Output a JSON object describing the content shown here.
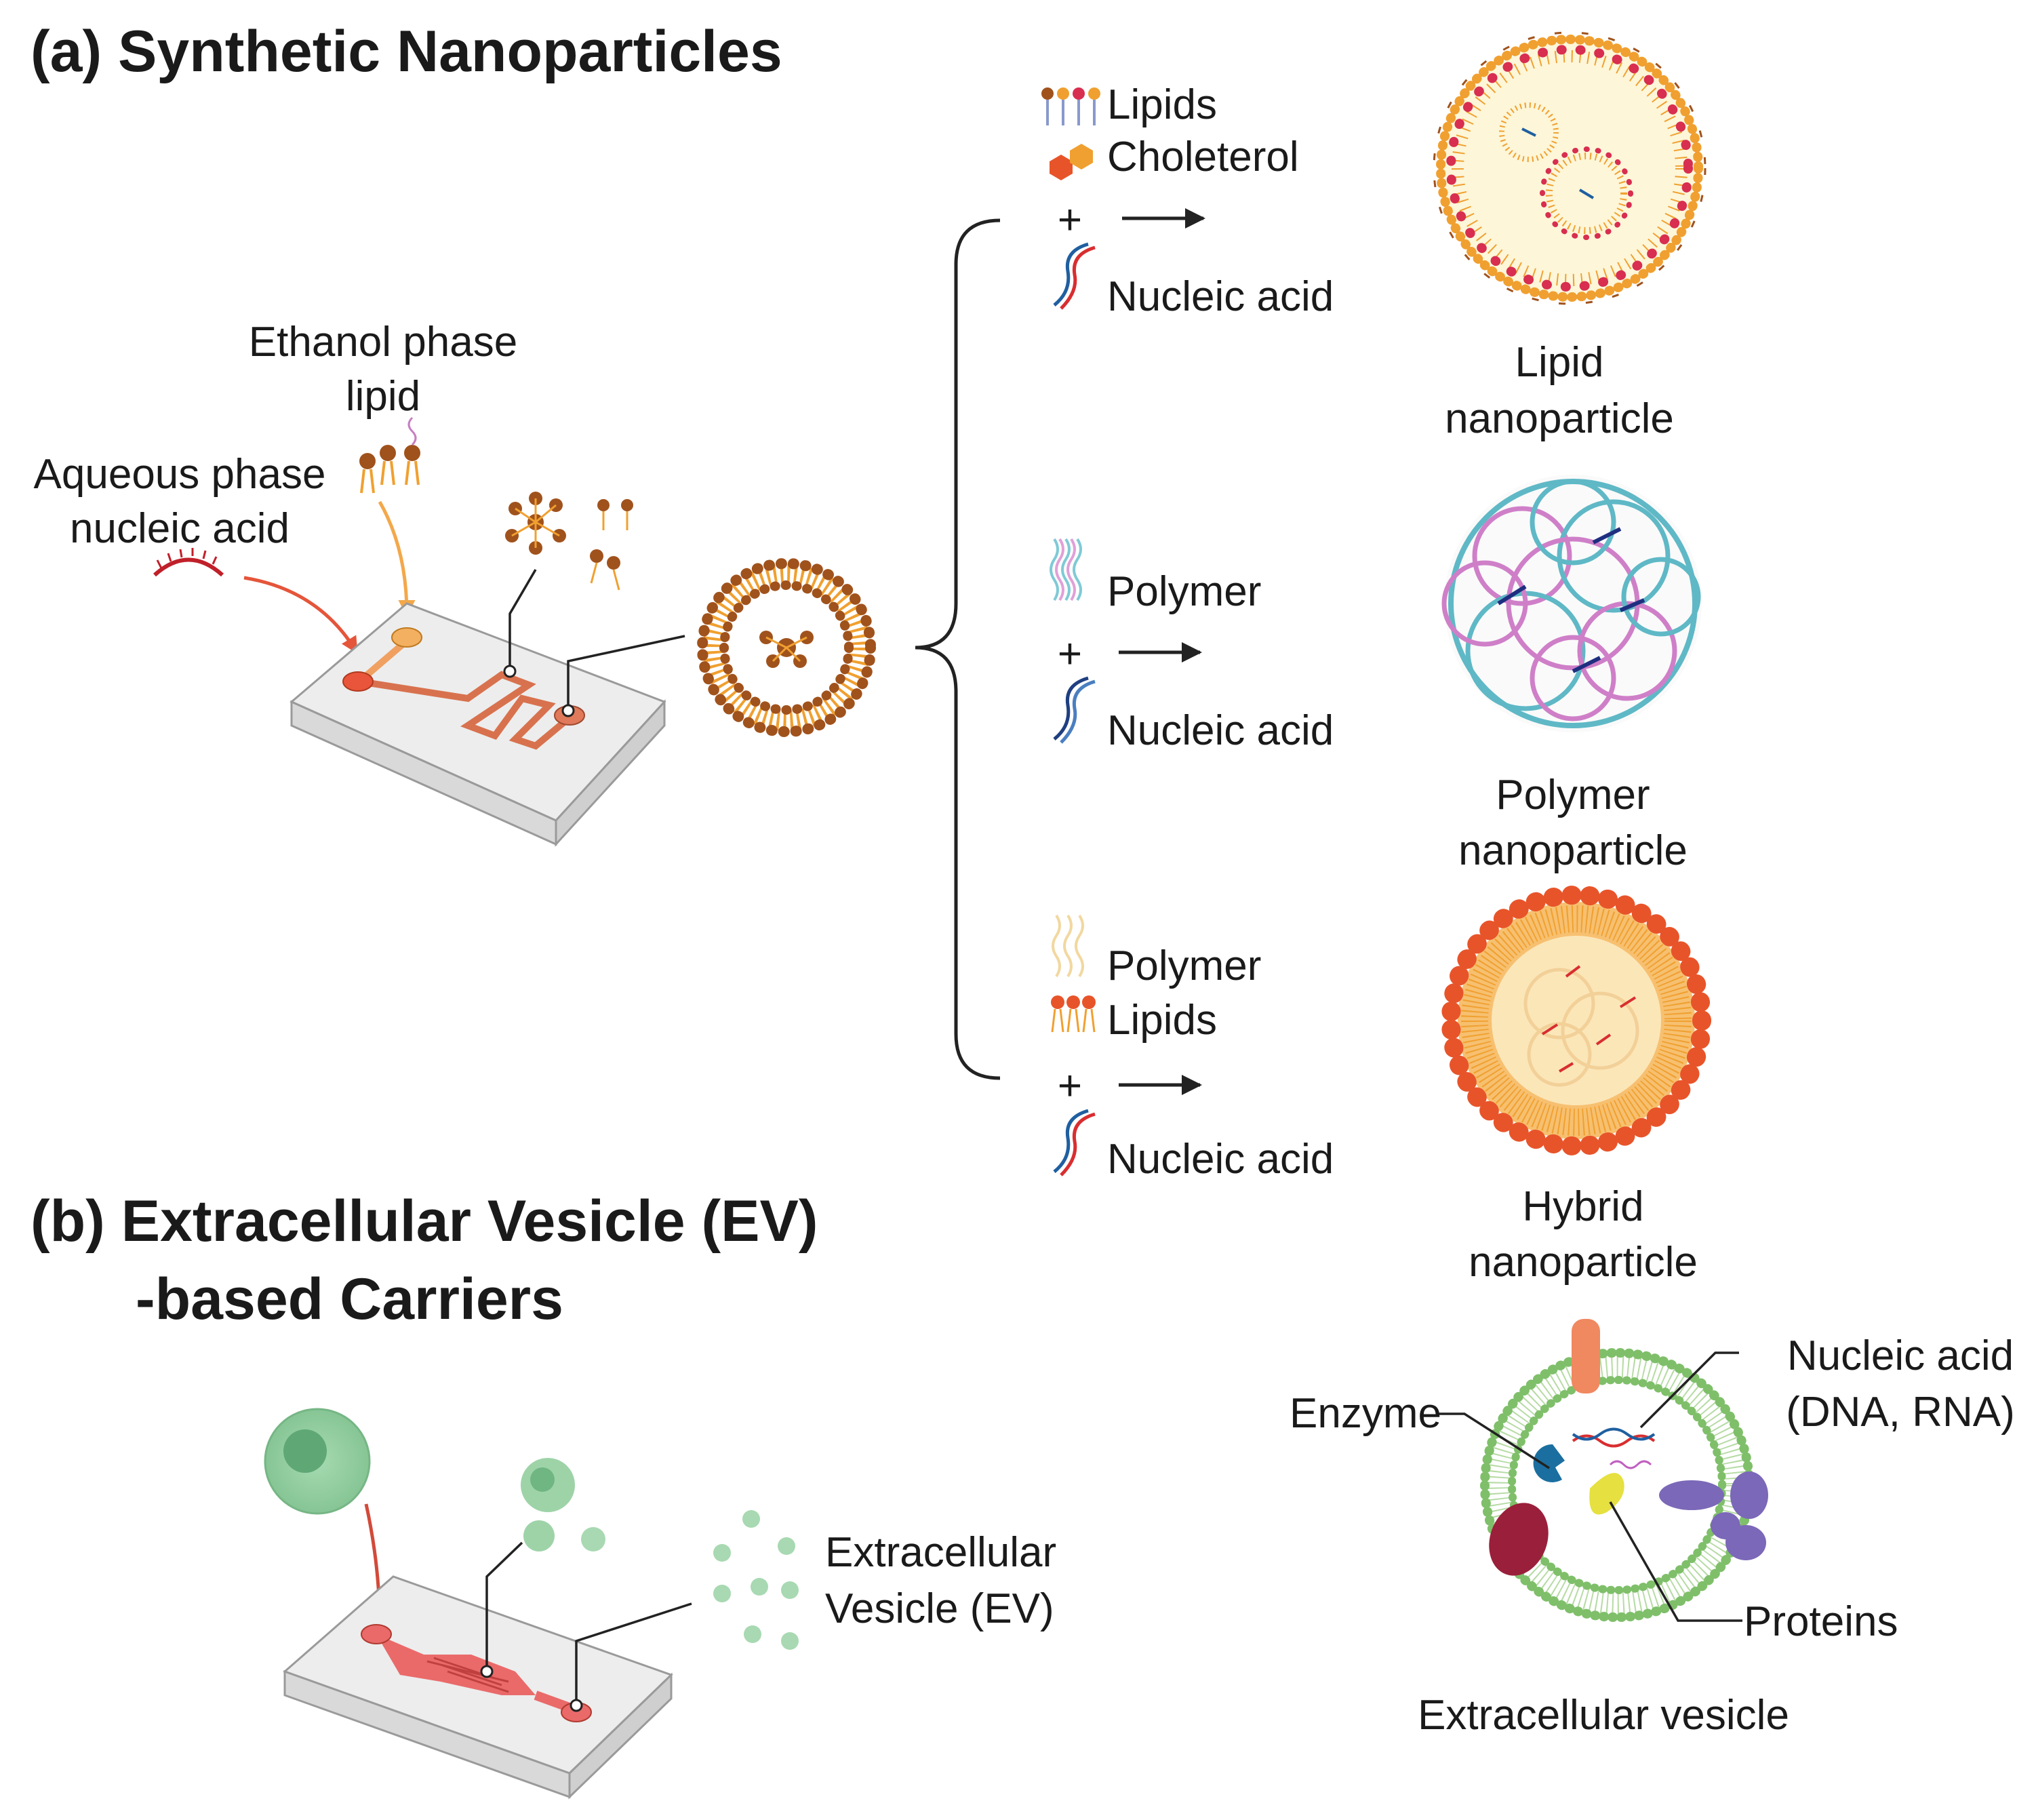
{
  "panel_a": {
    "title": "(a) Synthetic Nanoparticles",
    "ethanol_line1": "Ethanol phase",
    "ethanol_line2": "lipid",
    "aqueous_line1": "Aqueous phase",
    "aqueous_line2": "nucleic acid",
    "rows": [
      {
        "ingredients": [
          "Lipids",
          "Choleterol"
        ],
        "plus": "+",
        "nucleic": "Nucleic acid",
        "result_line1": "Lipid",
        "result_line2": "nanoparticle"
      },
      {
        "ingredients": [
          "Polymer"
        ],
        "plus": "+",
        "nucleic": "Nucleic acid",
        "result_line1": "Polymer",
        "result_line2": "nanoparticle"
      },
      {
        "ingredients": [
          "Polymer",
          "Lipids"
        ],
        "plus": "+",
        "nucleic": "Nucleic acid",
        "result_line1": "Hybrid",
        "result_line2": "nanoparticle"
      }
    ]
  },
  "panel_b": {
    "title_line1": "(b) Extracellular Vesicle (EV)",
    "title_line2": "-based Carriers",
    "ev_line1": "Extracellular",
    "ev_line2": "Vesicle (EV)",
    "enzyme": "Enzyme",
    "nucleic_line1": "Nucleic acid",
    "nucleic_line2": "(DNA, RNA)",
    "proteins": "Proteins",
    "vesicle": "Extracellular vesicle"
  },
  "colors": {
    "lipid_head_brown": "#a0521c",
    "lipid_tail_orange": "#f0a030",
    "lipid_head_red": "#d82e50",
    "polymer_teal": "#5fb8c6",
    "polymer_pink": "#cf7fc8",
    "ev_green": "#7fbf6a",
    "cell_green": "#8ccc9a",
    "chip_channel": "#e0785a",
    "ev_channel": "#ea6a6a",
    "arrow_red": "#e5553a",
    "arrow_orange": "#f3a84a",
    "enzyme_blue": "#1b6fa0",
    "protein_purple": "#7b68b8",
    "protein_darkred": "#9a1f3a",
    "protein_yellow": "#e6e040",
    "protein_salmon": "#f08860"
  }
}
